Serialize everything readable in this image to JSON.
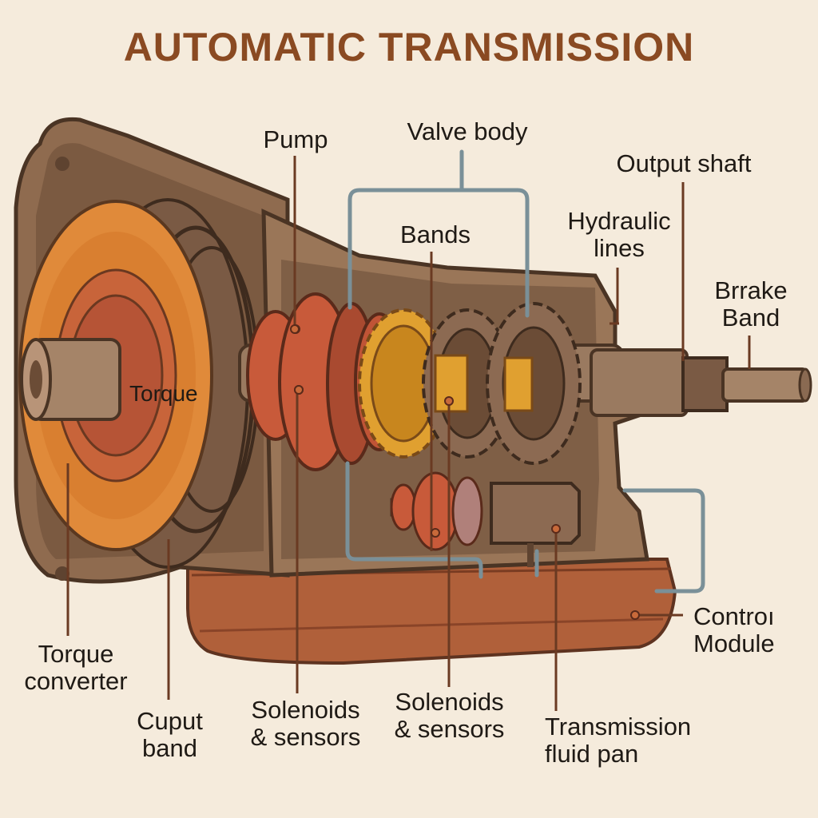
{
  "title": "AUTOMATIC TRANSMISSION",
  "colors": {
    "background": "#f5ebdc",
    "title": "#8a4a22",
    "housing": "#8f6b4f",
    "housing_dark": "#5e4330",
    "torque_converter": "#e08a3a",
    "pump_red": "#c85a3a",
    "gear_gold": "#e0a030",
    "gear_brown": "#8c6a52",
    "fluid_pan": "#b0603a",
    "hydraulic_line": "#7a9098",
    "leader": "#6a3a22"
  },
  "labels": {
    "pump": "Pump",
    "valve_body": "Valve body",
    "output_shaft": "Output shaft",
    "hydraulic_lines": [
      "Hydraulic",
      "lines"
    ],
    "bands": "Bands",
    "brake_band": [
      "Brrake",
      "Band"
    ],
    "torque_inner": "Torque",
    "torque_converter": [
      "Torque",
      "converter"
    ],
    "cuput_band": [
      "Cuput",
      "band"
    ],
    "solenoids_left": [
      "Solenoids",
      "& sensors"
    ],
    "solenoids_right": [
      "Solenoids",
      "& sensors"
    ],
    "transmission_fluid_pan": [
      "Transmission",
      "fluid pan"
    ],
    "control_module": [
      "Controı",
      "Module"
    ]
  }
}
